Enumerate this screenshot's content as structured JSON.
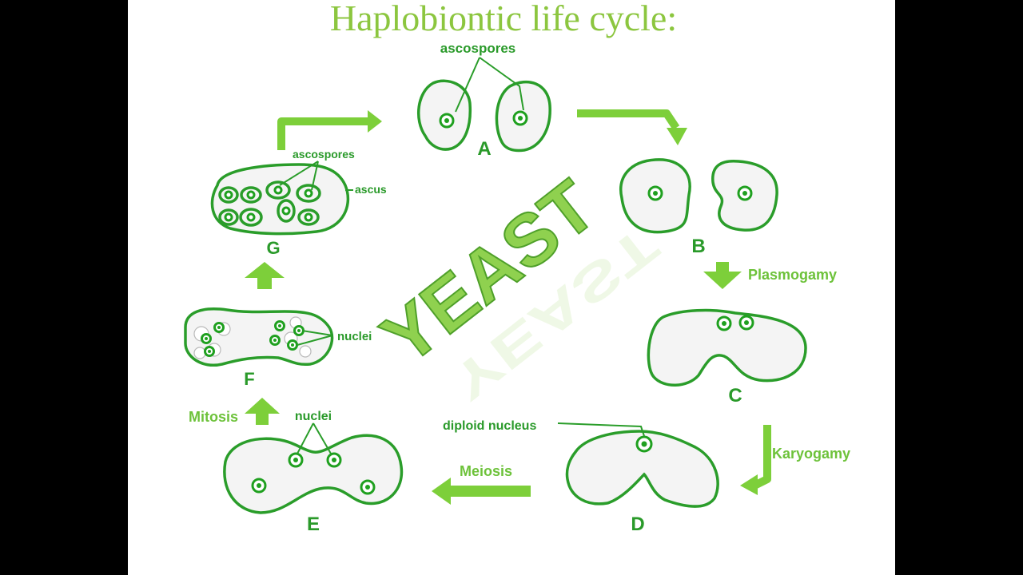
{
  "title": "Haplobiontic life cycle:",
  "watermark": "YEAST",
  "stage_labels": {
    "a": "A",
    "b": "B",
    "c": "C",
    "d": "D",
    "e": "E",
    "f": "F",
    "g": "G"
  },
  "annotations": {
    "ascospores_top": "ascospores",
    "ascospores_g": "ascospores",
    "ascus": "ascus",
    "nuclei_f": "nuclei",
    "nuclei_e": "nuclei",
    "diploid_nucleus": "diploid nucleus"
  },
  "process_labels": {
    "plasmogamy": "Plasmogamy",
    "karyogamy": "Karyogamy",
    "meiosis": "Meiosis",
    "mitosis": "Mitosis"
  },
  "colors": {
    "accent_green": "#7dcf3a",
    "line_green": "#2a9d2a",
    "title_green": "#8cc63f",
    "background": "#ffffff",
    "frame": "#000000"
  }
}
